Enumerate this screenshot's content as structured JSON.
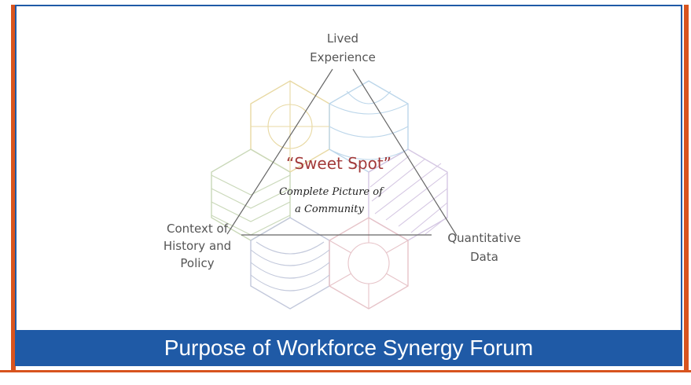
{
  "diagram": {
    "labels": {
      "top_line1": "Lived",
      "top_line2": "Experience",
      "left_line1": "Context of",
      "left_line2": "History and",
      "left_line3": "Policy",
      "right_line1": "Quantitative",
      "right_line2": "Data"
    },
    "center": {
      "headline": "“Sweet Spot”",
      "subline1": "Complete Picture of",
      "subline2": "a Community"
    }
  },
  "footer": {
    "title": "Purpose of Workforce Synergy Forum"
  },
  "colors": {
    "brand_blue": "#1f5aa6",
    "accent_orange": "#d8541e",
    "hex_yellow": "#e8d9a3",
    "hex_blue": "#bcd6ea",
    "hex_green": "#c9d8b8",
    "hex_purple": "#d5c7e3",
    "hex_slate": "#c2c8db",
    "hex_rose": "#e6c3c8",
    "headline_red": "#a33a3a"
  }
}
